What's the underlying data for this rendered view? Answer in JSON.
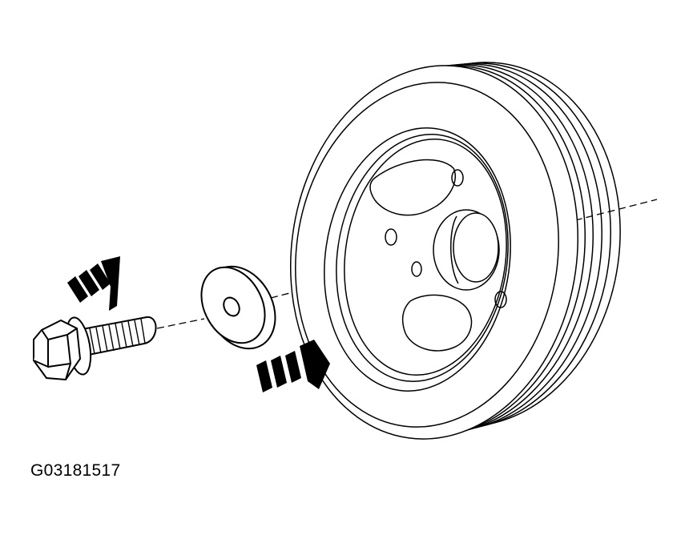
{
  "figure": {
    "code": "G03181517",
    "components": [
      "flange-bolt",
      "washer",
      "crankshaft-pulley"
    ],
    "direction_arrows": 2,
    "colors": {
      "line": "#000000",
      "background": "#ffffff"
    }
  }
}
